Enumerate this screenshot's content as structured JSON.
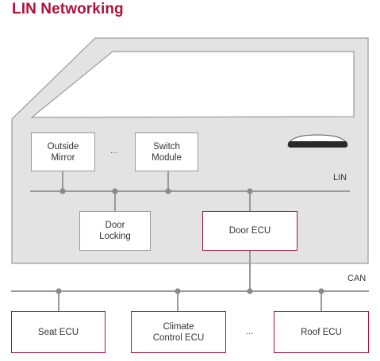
{
  "title": "LIN Networking",
  "colors": {
    "accent": "#b0123b",
    "ecu_border": "#a3163f",
    "door_fill": "#e3e3e3",
    "bus_line": "#9a9a9a"
  },
  "lin_nodes": {
    "outside_mirror": "Outside\nMirror",
    "ellipsis": "...",
    "switch_module": "Switch\nModule",
    "door_locking": "Door\nLocking",
    "door_ecu": "Door ECU"
  },
  "lin_label": "LIN",
  "can_label": "CAN",
  "can_nodes": {
    "seat_ecu": "Seat ECU",
    "climate_control_ecu": "Climate\nControl ECU",
    "ellipsis": "...",
    "roof_ecu": "Roof ECU"
  }
}
